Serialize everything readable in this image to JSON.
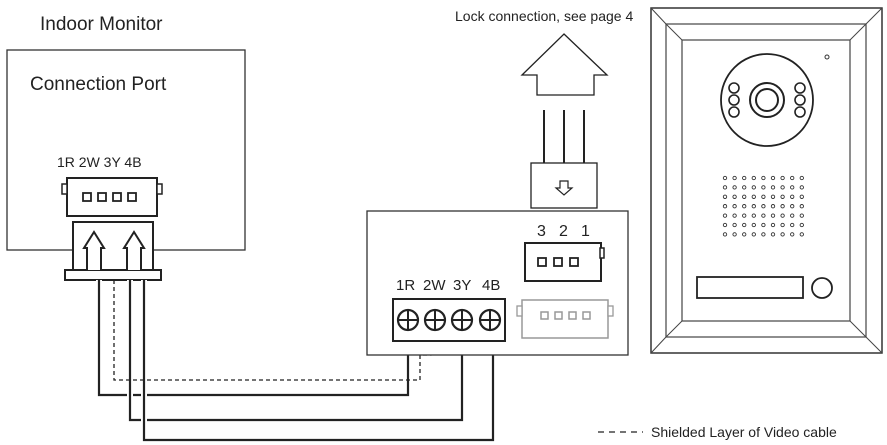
{
  "indoor_monitor": {
    "title": "Indoor Monitor",
    "port_label": "Connection Port",
    "pin_labels": "1R 2W 3Y 4B"
  },
  "lock": {
    "note": "Lock connection, see page 4",
    "pin_labels": [
      "3",
      "2",
      "1"
    ]
  },
  "terminal_block": {
    "labels": [
      "1R",
      "2W",
      "3Y",
      "4B"
    ]
  },
  "legend": {
    "shielded_text": "Shielded Layer of Video cable"
  }
}
